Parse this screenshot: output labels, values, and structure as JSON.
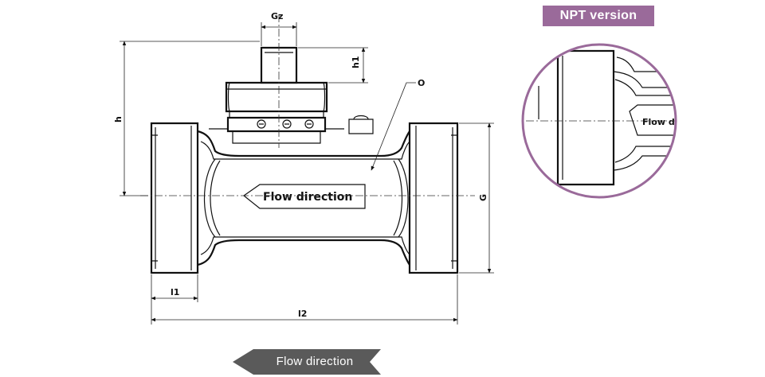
{
  "badge": {
    "label": "NPT version",
    "color": "#9a6a9a"
  },
  "dimensions": {
    "gz": "Gz",
    "h1": "h1",
    "h": "h",
    "g": "G",
    "l1": "l1",
    "l2": "l2",
    "o": "O"
  },
  "body_flow_label": "Flow direction",
  "detail": {
    "flow_label": "Flow di"
  },
  "flow_arrow": {
    "label": "Flow direction",
    "color": "#5a5a5a"
  }
}
